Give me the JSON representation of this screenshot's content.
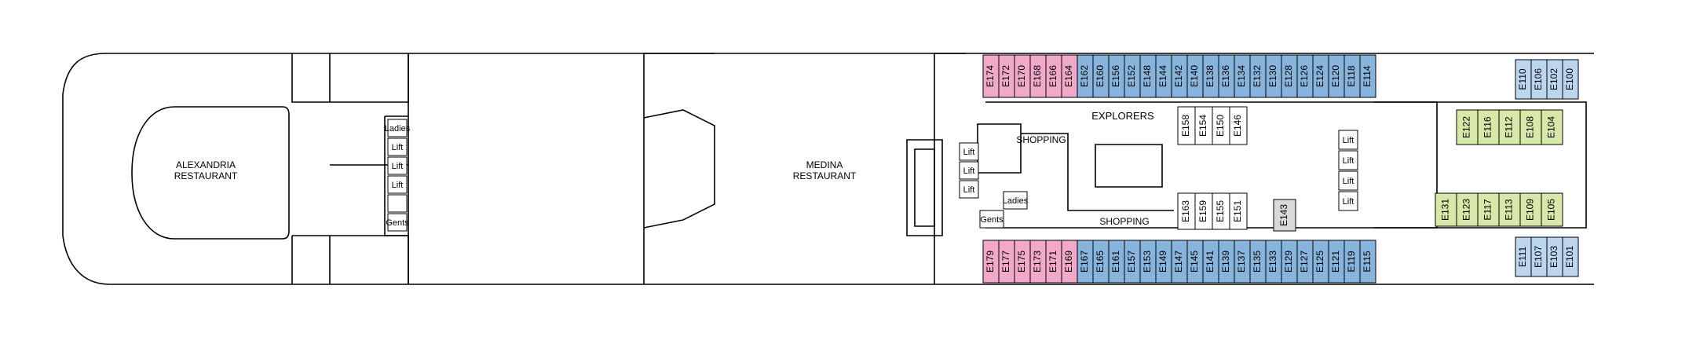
{
  "colors": {
    "pink": "#f2a9c8",
    "blue": "#87b4dd",
    "lightblue": "#bcd6ef",
    "green": "#d8e8a8",
    "grey": "#d9d9d9",
    "line": "#000000"
  },
  "venues": {
    "alexandria_line1": "ALEXANDRIA",
    "alexandria_line2": "RESTAURANT",
    "medina_line1": "MEDINA",
    "medina_line2": "RESTAURANT",
    "explorers": "EXPLORERS",
    "shopping_upper": "SHOPPING",
    "shopping_lower": "SHOPPING"
  },
  "facilities": {
    "fwd": [
      "Ladies",
      "Lift",
      "Lift",
      "Lift",
      "",
      "Gents"
    ],
    "mid_lifts": [
      "Lift",
      "Lift",
      "Lift"
    ],
    "mid_ladies": "Ladies",
    "mid_gents": "Gents",
    "aft_lifts": [
      "Lift",
      "Lift",
      "Lift",
      "Lift"
    ]
  },
  "cabins": {
    "top_pink": [
      "E174",
      "E172",
      "E170",
      "E168",
      "E166",
      "E164"
    ],
    "top_blue": [
      "E162",
      "E160",
      "E156",
      "E152",
      "E148",
      "E144",
      "E142",
      "E140",
      "E138",
      "E136",
      "E134",
      "E132",
      "E130",
      "E128",
      "E126",
      "E124",
      "E120",
      "E118",
      "E114"
    ],
    "top_lightblue": [
      "E110",
      "E106",
      "E102",
      "E100"
    ],
    "bottom_pink": [
      "E179",
      "E177",
      "E175",
      "E173",
      "E171",
      "E169"
    ],
    "bottom_blue": [
      "E167",
      "E165",
      "E161",
      "E157",
      "E153",
      "E149",
      "E147",
      "E145",
      "E141",
      "E139",
      "E137",
      "E135",
      "E133",
      "E129",
      "E127",
      "E125",
      "E121",
      "E119",
      "E115"
    ],
    "bottom_lightblue": [
      "E111",
      "E107",
      "E103",
      "E101"
    ],
    "inner_top": [
      "E158",
      "E154",
      "E150",
      "E146"
    ],
    "inner_bottom": [
      "E163",
      "E159",
      "E155",
      "E151"
    ],
    "inner_grey": "E143",
    "green_top": [
      "E122",
      "E116",
      "E112",
      "E108",
      "E104"
    ],
    "green_bottom": [
      "E131",
      "E123",
      "E117",
      "E113",
      "E109",
      "E105"
    ]
  }
}
